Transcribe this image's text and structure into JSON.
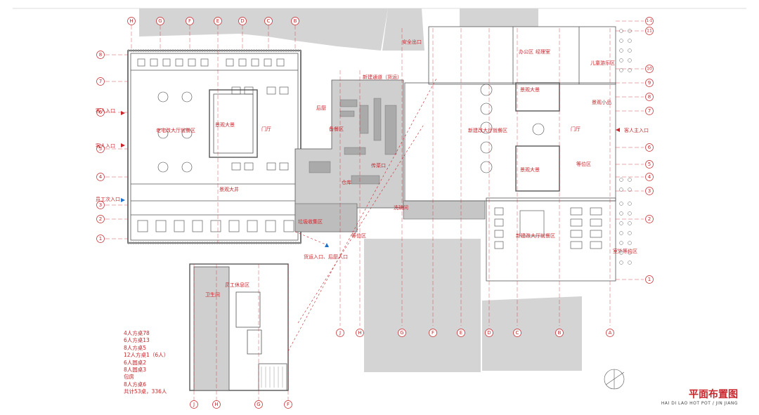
{
  "drawing": {
    "title": "平面布置图",
    "subtitle": "HAI DI LAO HOT POT / JIN JIANG"
  },
  "grid": {
    "top_left": [
      "H",
      "G",
      "F",
      "E",
      "D",
      "C",
      "B"
    ],
    "top_right": [
      "1-1",
      "11",
      "10",
      "9",
      "8",
      "7",
      "6",
      "5",
      "4",
      "3",
      "2",
      "1"
    ],
    "left": [
      "8",
      "7",
      "6",
      "5",
      "4",
      "3",
      "2",
      "1"
    ],
    "bottom_middle": [
      "J",
      "H",
      "G",
      "F",
      "E",
      "D",
      "C",
      "B",
      "A"
    ],
    "bottom_left": [
      "J",
      "H",
      "G",
      "F"
    ]
  },
  "labels": {
    "landscape_big": "景观大景",
    "landscape_big2": "景观大景",
    "landscape_big3": "景观大景",
    "landscape_big4": "景观大井",
    "landscape_small": "景观小品",
    "hall_old": "老宅改大厅就餐区",
    "hall_new": "新建改大厅就餐区",
    "hall_new2": "新建改大厅就餐区",
    "guest_entry_1": "客人入口",
    "guest_entry_2": "客人入口",
    "guest_main_entry": "客人主入口",
    "staff_entry": "员工次入口",
    "kitchen_entry": "货运入口、后厨入口",
    "safety_exit": "安全出口",
    "kitchen_corridor": "新建通道（货运）",
    "waiting": "等位区",
    "waiting2": "等位区",
    "lobby": "门厅",
    "lobby2": "门厅",
    "toilet": "卫生间",
    "hot_pot_kitchen": "后厨",
    "prep": "备餐区",
    "store": "仓库",
    "office": "办公区",
    "mgr": "经理室",
    "play": "儿童游乐区",
    "dish": "洗碗间",
    "outdoor": "室外等位区",
    "staff_area": "员工休息区",
    "refuse": "垃圾收集区",
    "fryer": "传菜口"
  },
  "legend": [
    "4人方桌78",
    "6人方桌13",
    "8人方桌5",
    "12人方桌1（6人）",
    "6人圆桌2",
    "8人圆桌3",
    "包房",
    "8人方桌6",
    "共计53桌，336人"
  ]
}
